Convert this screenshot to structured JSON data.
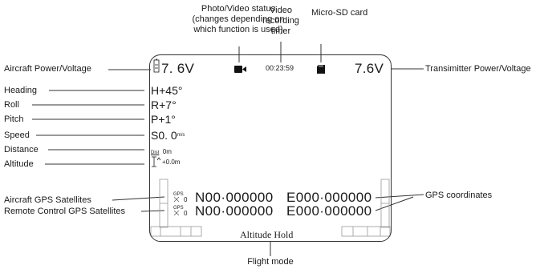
{
  "annotations": {
    "photo_video_status": [
      "Photo/Video status",
      "(changes depending on",
      "which function is used)"
    ],
    "video_timer": [
      "Video",
      "recording",
      "timer"
    ],
    "microsd": "Micro-SD card",
    "aircraft_power": "Aircraft Power/Voltage",
    "transmitter_power": "Transimitter Power/Voltage",
    "heading": "Heading",
    "roll": "Roll",
    "pitch": "Pitch",
    "speed": "Speed",
    "distance": "Distance",
    "altitude": "Altitude",
    "aircraft_gps": "Aircraft GPS Satellites",
    "remote_gps": "Remote Control GPS Satellites",
    "gps_coords": "GPS coordinates",
    "flight_mode": "Flight mode"
  },
  "screen": {
    "aircraft_voltage": "7. 6V",
    "transmitter_voltage": "7.6V",
    "timer": "00:23:59",
    "heading": "H+45°",
    "roll": "R+7°",
    "pitch": "P+1°",
    "speed_value": "S0. 0",
    "speed_unit": "m/s",
    "distance_label": "Dist",
    "distance_value": "0m",
    "altitude_value": "+0.0m",
    "sat_label": "GPS",
    "aircraft_sats": "0",
    "remote_sats": "0",
    "aircraft_lat": "N00·000000",
    "aircraft_lon": "E000·000000",
    "remote_lat": "N00·000000",
    "remote_lon": "E000·000000",
    "flight_mode": "Altitude Hold"
  },
  "icons": [
    "battery-icon",
    "video-camera-icon",
    "sd-card-icon",
    "satellite-icon",
    "altitude-icon"
  ]
}
